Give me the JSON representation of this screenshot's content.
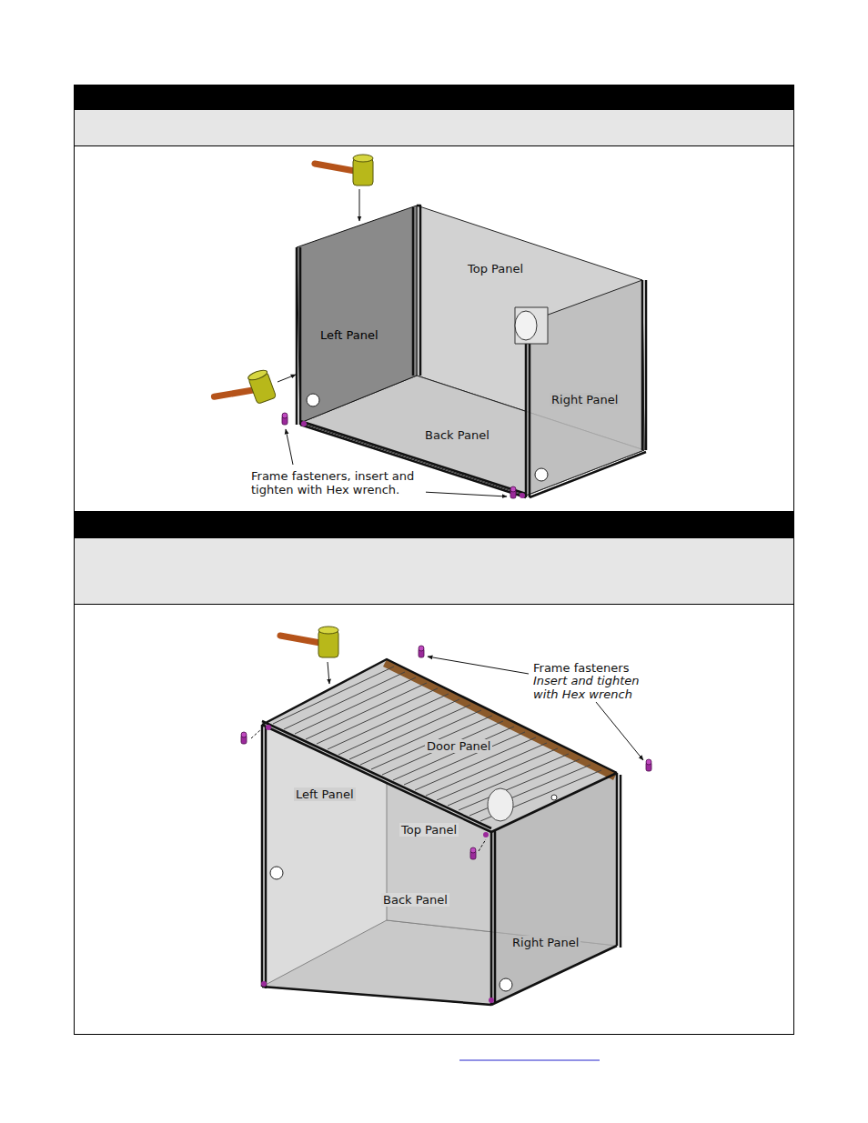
{
  "diagram": {
    "labels": [
      "Top Panel",
      "Left Panel",
      "Right Panel",
      "Back Panel",
      "Frame fasteners, insert and tighten with Hex wrench.",
      "Frame fasteners",
      "Insert and tighten with Hex wrench",
      "Door Panel",
      "Left Panel",
      "Top Panel",
      "Back Panel",
      "Right Panel"
    ]
  }
}
